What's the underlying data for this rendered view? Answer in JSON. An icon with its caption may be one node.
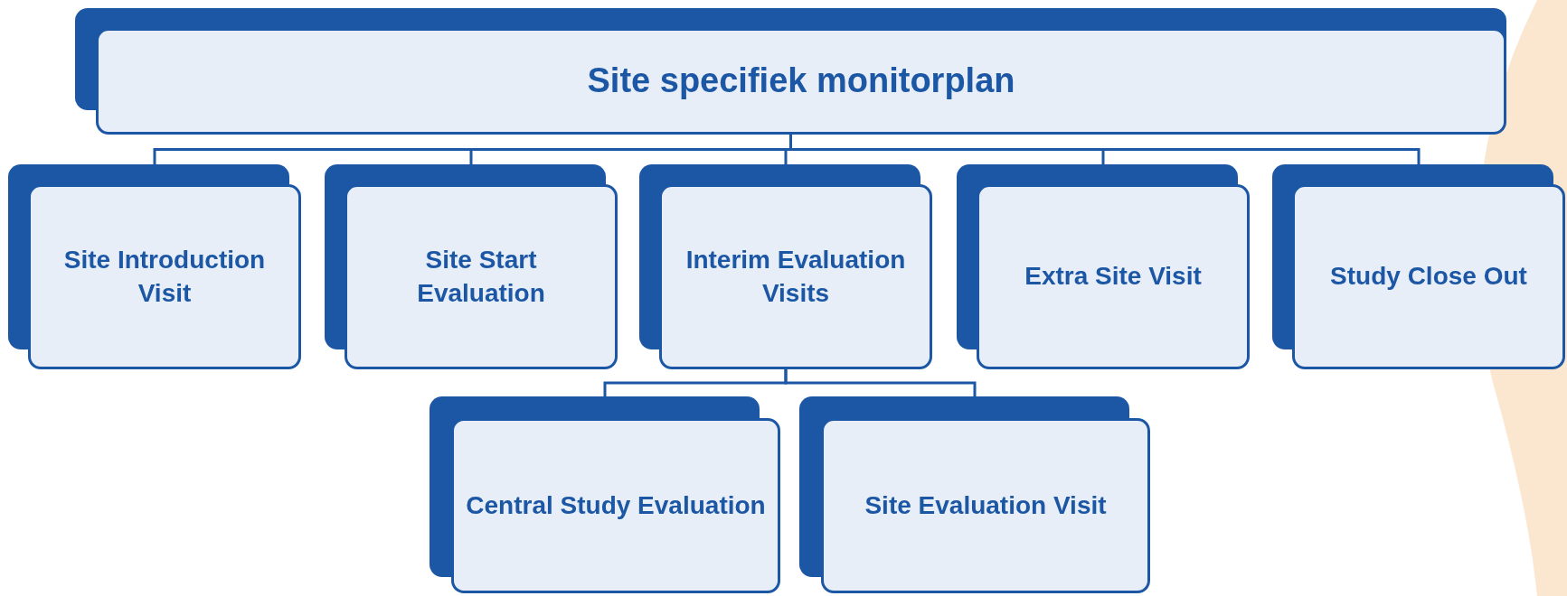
{
  "diagram": {
    "nodes": [
      {
        "text": [
          "Site specifiek monitorplan"
        ]
      },
      {
        "text": [
          "Site Introduction Visit"
        ]
      },
      {
        "text": [
          "Site Start Evaluation"
        ]
      },
      {
        "text": [
          "Interim Evaluation Visits"
        ]
      },
      {
        "text": [
          "Extra Site Visit"
        ]
      },
      {
        "text": [
          "Study Close Out"
        ]
      },
      {
        "text": [
          "Central Study Evaluation"
        ]
      },
      {
        "text": [
          "Site Evaluation Visit"
        ]
      }
    ],
    "edges": [
      {
        "from": 0,
        "to": 1,
        "arrow": "none"
      },
      {
        "from": 0,
        "to": 2,
        "arrow": "none"
      },
      {
        "from": 0,
        "to": 3,
        "arrow": "none"
      },
      {
        "from": 0,
        "to": 4,
        "arrow": "none"
      },
      {
        "from": 0,
        "to": 5,
        "arrow": "none"
      },
      {
        "from": 3,
        "to": 6,
        "arrow": "none"
      },
      {
        "from": 3,
        "to": 7,
        "arrow": "none"
      }
    ]
  }
}
